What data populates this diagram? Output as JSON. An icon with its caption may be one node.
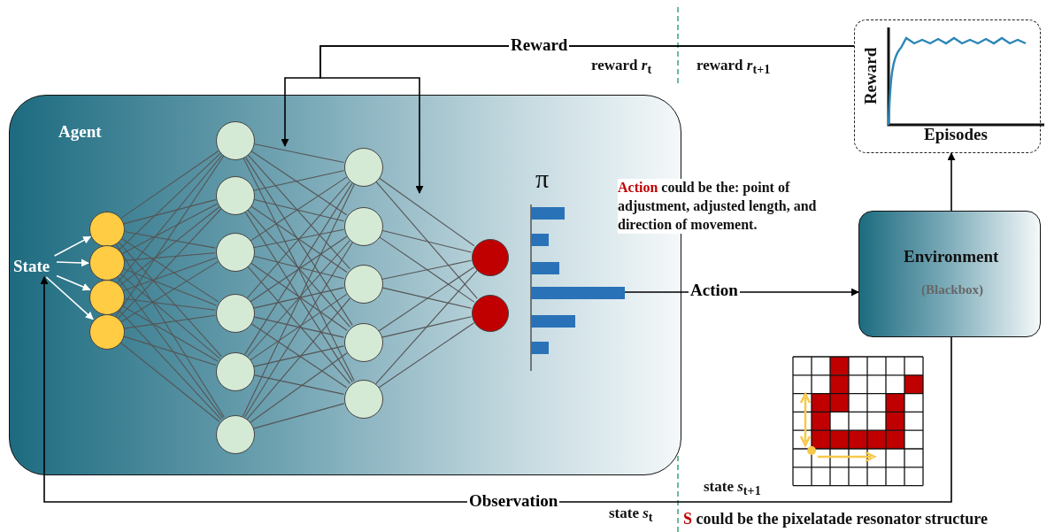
{
  "diagram": {
    "nodes": [
      {
        "text": [
          "Agent"
        ]
      },
      {
        "text": [],
        "shape": "circle",
        "in": 0
      },
      {
        "text": [],
        "shape": "circle",
        "in": 0
      },
      {
        "text": [],
        "shape": "circle",
        "in": 0
      },
      {
        "text": [],
        "shape": "circle",
        "in": 0
      },
      {
        "text": [],
        "shape": "circle",
        "in": 0
      },
      {
        "text": [],
        "shape": "circle",
        "in": 0
      },
      {
        "text": [],
        "shape": "circle",
        "in": 0
      },
      {
        "text": [],
        "shape": "circle",
        "in": 0
      },
      {
        "text": [],
        "shape": "circle",
        "in": 0
      },
      {
        "text": [],
        "shape": "circle",
        "in": 0
      },
      {
        "text": [],
        "shape": "circle",
        "in": 0
      },
      {
        "text": [],
        "shape": "circle",
        "in": 0
      },
      {
        "text": [],
        "shape": "circle",
        "in": 0
      },
      {
        "text": [],
        "shape": "circle",
        "in": 0
      },
      {
        "text": [],
        "shape": "circle",
        "in": 0
      },
      {
        "text": [],
        "shape": "circle",
        "in": 0
      },
      {
        "text": [],
        "shape": "circle",
        "in": 0
      },
      {
        "text": [
          "State"
        ],
        "in": 0
      },
      {
        "text": [
          "π"
        ],
        "in": 0
      },
      {
        "text": [
          "Environment",
          "(Blackbox)"
        ]
      },
      {
        "text": [
          "Reward",
          "Episodes"
        ]
      },
      {
        "text": [],
        "shape": "picture"
      }
    ],
    "edges": [
      {
        "from": 21,
        "to": null,
        "arrow": "to",
        "label": "Reward",
        "color": "#000000"
      },
      {
        "from": 21,
        "to": null,
        "arrow": "to",
        "color": "#000000"
      },
      {
        "from": 20,
        "to": 21,
        "arrow": "to",
        "color": "#000000"
      },
      {
        "from": 19,
        "to": 20,
        "arrow": "to",
        "label": "Action",
        "color": "#000000"
      },
      {
        "from": 20,
        "to": 18,
        "arrow": "to",
        "label": "Observation",
        "color": "#000000"
      },
      {
        "from": 18,
        "to": 1,
        "arrow": "to",
        "color": "#ffffff"
      },
      {
        "from": 18,
        "to": 2,
        "arrow": "to",
        "color": "#ffffff"
      },
      {
        "from": 18,
        "to": 3,
        "arrow": "to",
        "color": "#ffffff"
      },
      {
        "from": 18,
        "to": 4,
        "arrow": "to",
        "color": "#ffffff"
      },
      {
        "from": 1,
        "to": 5,
        "arrow": "none"
      },
      {
        "from": 1,
        "to": 6,
        "arrow": "none"
      },
      {
        "from": 1,
        "to": 7,
        "arrow": "none"
      },
      {
        "from": 1,
        "to": 8,
        "arrow": "none"
      },
      {
        "from": 1,
        "to": 9,
        "arrow": "none"
      },
      {
        "from": 1,
        "to": 10,
        "arrow": "none"
      },
      {
        "from": 2,
        "to": 5,
        "arrow": "none"
      },
      {
        "from": 2,
        "to": 6,
        "arrow": "none"
      },
      {
        "from": 2,
        "to": 7,
        "arrow": "none"
      },
      {
        "from": 2,
        "to": 8,
        "arrow": "none"
      },
      {
        "from": 2,
        "to": 9,
        "arrow": "none"
      },
      {
        "from": 2,
        "to": 10,
        "arrow": "none"
      },
      {
        "from": 3,
        "to": 5,
        "arrow": "none"
      },
      {
        "from": 3,
        "to": 6,
        "arrow": "none"
      },
      {
        "from": 3,
        "to": 7,
        "arrow": "none"
      },
      {
        "from": 3,
        "to": 8,
        "arrow": "none"
      },
      {
        "from": 3,
        "to": 9,
        "arrow": "none"
      },
      {
        "from": 3,
        "to": 10,
        "arrow": "none"
      },
      {
        "from": 4,
        "to": 5,
        "arrow": "none"
      },
      {
        "from": 4,
        "to": 6,
        "arrow": "none"
      },
      {
        "from": 4,
        "to": 7,
        "arrow": "none"
      },
      {
        "from": 4,
        "to": 8,
        "arrow": "none"
      },
      {
        "from": 4,
        "to": 9,
        "arrow": "none"
      },
      {
        "from": 4,
        "to": 10,
        "arrow": "none"
      },
      {
        "from": 5,
        "to": 11,
        "arrow": "none"
      },
      {
        "from": 5,
        "to": 12,
        "arrow": "none"
      },
      {
        "from": 5,
        "to": 13,
        "arrow": "none"
      },
      {
        "from": 5,
        "to": 14,
        "arrow": "none"
      },
      {
        "from": 5,
        "to": 15,
        "arrow": "none"
      },
      {
        "from": 6,
        "to": 11,
        "arrow": "none"
      },
      {
        "from": 6,
        "to": 12,
        "arrow": "none"
      },
      {
        "from": 6,
        "to": 13,
        "arrow": "none"
      },
      {
        "from": 6,
        "to": 14,
        "arrow": "none"
      },
      {
        "from": 6,
        "to": 15,
        "arrow": "none"
      },
      {
        "from": 7,
        "to": 11,
        "arrow": "none"
      },
      {
        "from": 7,
        "to": 12,
        "arrow": "none"
      },
      {
        "from": 7,
        "to": 13,
        "arrow": "none"
      },
      {
        "from": 7,
        "to": 14,
        "arrow": "none"
      },
      {
        "from": 7,
        "to": 15,
        "arrow": "none"
      },
      {
        "from": 8,
        "to": 11,
        "arrow": "none"
      },
      {
        "from": 8,
        "to": 12,
        "arrow": "none"
      },
      {
        "from": 8,
        "to": 13,
        "arrow": "none"
      },
      {
        "from": 8,
        "to": 14,
        "arrow": "none"
      },
      {
        "from": 8,
        "to": 15,
        "arrow": "none"
      },
      {
        "from": 9,
        "to": 11,
        "arrow": "none"
      },
      {
        "from": 9,
        "to": 12,
        "arrow": "none"
      },
      {
        "from": 9,
        "to": 13,
        "arrow": "none"
      },
      {
        "from": 9,
        "to": 14,
        "arrow": "none"
      },
      {
        "from": 9,
        "to": 15,
        "arrow": "none"
      },
      {
        "from": 10,
        "to": 11,
        "arrow": "none"
      },
      {
        "from": 10,
        "to": 12,
        "arrow": "none"
      },
      {
        "from": 10,
        "to": 13,
        "arrow": "none"
      },
      {
        "from": 10,
        "to": 14,
        "arrow": "none"
      },
      {
        "from": 10,
        "to": 15,
        "arrow": "none"
      },
      {
        "from": 11,
        "to": 16,
        "arrow": "none"
      },
      {
        "from": 11,
        "to": 17,
        "arrow": "none"
      },
      {
        "from": 12,
        "to": 16,
        "arrow": "none"
      },
      {
        "from": 12,
        "to": 17,
        "arrow": "none"
      },
      {
        "from": 13,
        "to": 16,
        "arrow": "none"
      },
      {
        "from": 13,
        "to": 17,
        "arrow": "none"
      },
      {
        "from": 14,
        "to": 16,
        "arrow": "none"
      },
      {
        "from": 14,
        "to": 17,
        "arrow": "none"
      },
      {
        "from": 15,
        "to": 16,
        "arrow": "none"
      },
      {
        "from": 15,
        "to": 17,
        "arrow": "none"
      }
    ],
    "labels": [
      "reward *r*$_{t}$",
      "reward *r*$_{t+1}$",
      "*Action* could be the: point of adjustment, adjusted length, and direction of movement.",
      "state *s*$_{t+1}$",
      "state *s*$_{t}$",
      "*S* could be the pixelatade resonator structure"
    ]
  }
}
